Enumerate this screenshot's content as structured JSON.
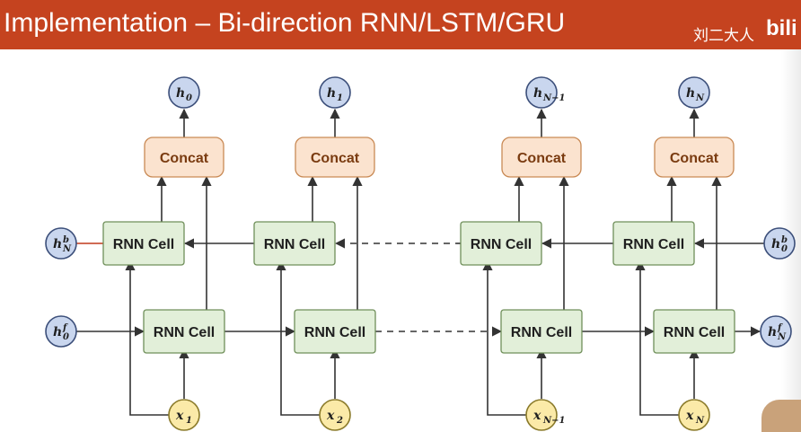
{
  "header": {
    "title": "Implementation – Bi-direction RNN/LSTM/GRU",
    "watermark_text": "刘二大人",
    "watermark_logo": "bili"
  },
  "diagram": {
    "concat_label": "Concat",
    "cell_label": "RNN Cell",
    "outputs": [
      {
        "base": "h",
        "sub": "0"
      },
      {
        "base": "h",
        "sub": "1"
      },
      {
        "base": "h",
        "sub": "N−1"
      },
      {
        "base": "h",
        "sub": "N"
      }
    ],
    "inputs": [
      {
        "base": "x",
        "sub": "1"
      },
      {
        "base": "x",
        "sub": "2"
      },
      {
        "base": "x",
        "sub": "N−1"
      },
      {
        "base": "x",
        "sub": "N"
      }
    ],
    "backward_final_state": {
      "base": "h",
      "sup": "b",
      "sub": "N"
    },
    "backward_init_state": {
      "base": "h",
      "sup": "b",
      "sub": "0"
    },
    "forward_init_state": {
      "base": "h",
      "sup": "f",
      "sub": "0"
    },
    "forward_final_state": {
      "base": "h",
      "sup": "f",
      "sub": "N"
    },
    "colors": {
      "header": "#c5431f",
      "output_node_fill": "#c9d6ee",
      "input_node_fill": "#fbeaa8",
      "concat_fill": "#fbe3cf",
      "concat_text": "#7a3b10",
      "cell_fill": "#e2efd9",
      "arrow": "#333333",
      "highlight_arrow": "#c0391b"
    }
  }
}
